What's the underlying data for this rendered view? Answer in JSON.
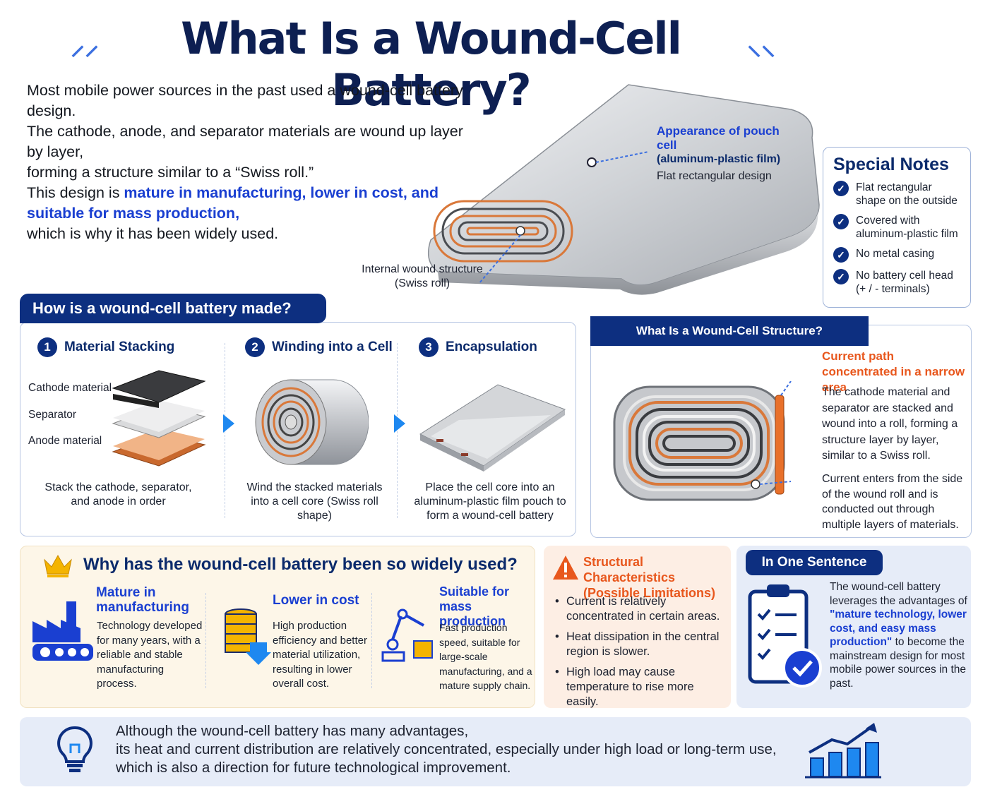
{
  "title": "What Is a Wound-Cell Battery?",
  "intro": {
    "line1": "Most mobile power sources in the past used a wound-cell battery design.",
    "line2": "The cathode, anode, and separator materials are wound up layer by layer,",
    "line3": "forming a structure similar to a “Swiss roll.”",
    "line4_pre": "This design is ",
    "line4_hl": "mature in manufacturing, lower in cost, and suitable for mass production,",
    "line5": "which is why it has been widely used."
  },
  "hero": {
    "appearance_title": "Appearance of pouch cell",
    "appearance_sub": "(aluminum-plastic film)",
    "flat_design": "Flat rectangular design",
    "internal_label": "Internal wound structure",
    "internal_sub": "(Swiss roll)"
  },
  "special_notes": {
    "title": "Special Notes",
    "items": [
      "Flat rectangular shape on the outside",
      "Covered with aluminum-plastic film",
      "No metal casing",
      "No battery cell head (+ / - terminals)"
    ]
  },
  "how": {
    "tab": "How is a wound-cell battery made?",
    "steps": [
      {
        "num": "1",
        "title": "Material Stacking",
        "text": "Stack the cathode, separator, and anode in order"
      },
      {
        "num": "2",
        "title": "Winding into a Cell",
        "text": "Wind the stacked materials into a cell core (Swiss roll shape)"
      },
      {
        "num": "3",
        "title": "Encapsulation",
        "text": "Place the cell core into an aluminum-plastic film pouch to form a wound-cell battery"
      }
    ],
    "layers": {
      "cathode": "Cathode material",
      "separator": "Separator",
      "anode": "Anode material"
    }
  },
  "structure": {
    "tab": "What Is a Wound-Cell Structure?",
    "current_title": "Current path concentrated in a narrow area",
    "desc1": "The cathode material and separator are stacked and wound into a roll, forming a structure layer by layer, similar to a Swiss roll.",
    "desc2": "Current enters from the side of the wound roll and is conducted out through multiple layers of materials."
  },
  "why": {
    "title": "Why has the  wound-cell battery been so widely used?",
    "cols": [
      {
        "heading": "Mature in manufacturing",
        "text": "Technology developed for many years, with a reliable and stable manufacturing process."
      },
      {
        "heading": "Lower in cost",
        "text": "High production efficiency and better material utilization, resulting in lower overall cost."
      },
      {
        "heading": "Suitable for mass production",
        "text": "Fast production speed, suitable for large-scale manufacturing, and a mature supply chain."
      }
    ]
  },
  "limits": {
    "title": "Structural Characteristics (Possible Limitations)",
    "items": [
      "Current is relatively concentrated in certain areas.",
      "Heat dissipation in the central region is slower.",
      "High load may cause temperature to rise more easily."
    ]
  },
  "one_sentence": {
    "tab": "In One Sentence",
    "pre": "The wound-cell battery leverages the advantages of",
    "hl": "\"mature technology, lower cost, and easy mass production\"",
    "post": "to become the mainstream design for most mobile power sources in the past."
  },
  "bottom": {
    "line1": "Although the wound-cell battery has many advantages,",
    "line2": "its heat and current distribution are relatively concentrated, especially under high load or long-term use,",
    "line3": "which is also a direction for future technological improvement."
  },
  "colors": {
    "navy": "#0d2f80",
    "accent_blue": "#1a3fd1",
    "orange": "#e8571d",
    "copper": "#d9783a"
  }
}
